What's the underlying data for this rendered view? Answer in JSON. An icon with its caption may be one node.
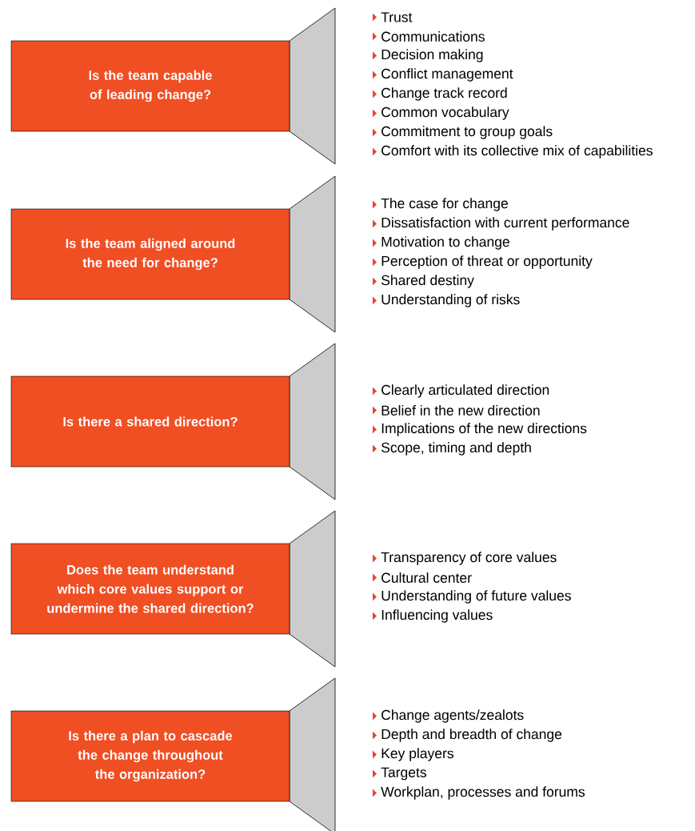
{
  "diagram": {
    "nodes": [
      {
        "text": [
          "Is the team capable of leading change?"
        ],
        "beside": [
          "Trust",
          "Communications",
          "Decision making",
          "Conflict management",
          "Change track record",
          "Common vocabulary",
          "Commitment to group goals",
          "Comfort with its collective mix of capabilities"
        ]
      },
      {
        "text": [
          "Is the team aligned around the need for change?"
        ],
        "beside": [
          "The case for change",
          "Dissatisfaction with current performance",
          "Motivation to change",
          "Perception of threat or opportunity",
          "Shared destiny",
          "Understanding of risks"
        ]
      },
      {
        "text": [
          "Is there a shared direction?"
        ],
        "beside": [
          "Clearly articulated direction",
          "Belief in the new direction",
          "Implications of the new directions",
          "Scope, timing and depth"
        ]
      },
      {
        "text": [
          "Does the team understand which core values support or undermine the shared direction?"
        ],
        "beside": [
          "Transparency of core values",
          "Cultural center",
          "Understanding of future values",
          "Influencing values"
        ]
      },
      {
        "text": [
          "Is there a plan to cascade the change throughout the organization?"
        ],
        "beside": [
          "Change agents/zealots",
          "Depth and breadth of change",
          "Key players",
          "Targets",
          "Workplan, processes and forums"
        ]
      }
    ]
  }
}
